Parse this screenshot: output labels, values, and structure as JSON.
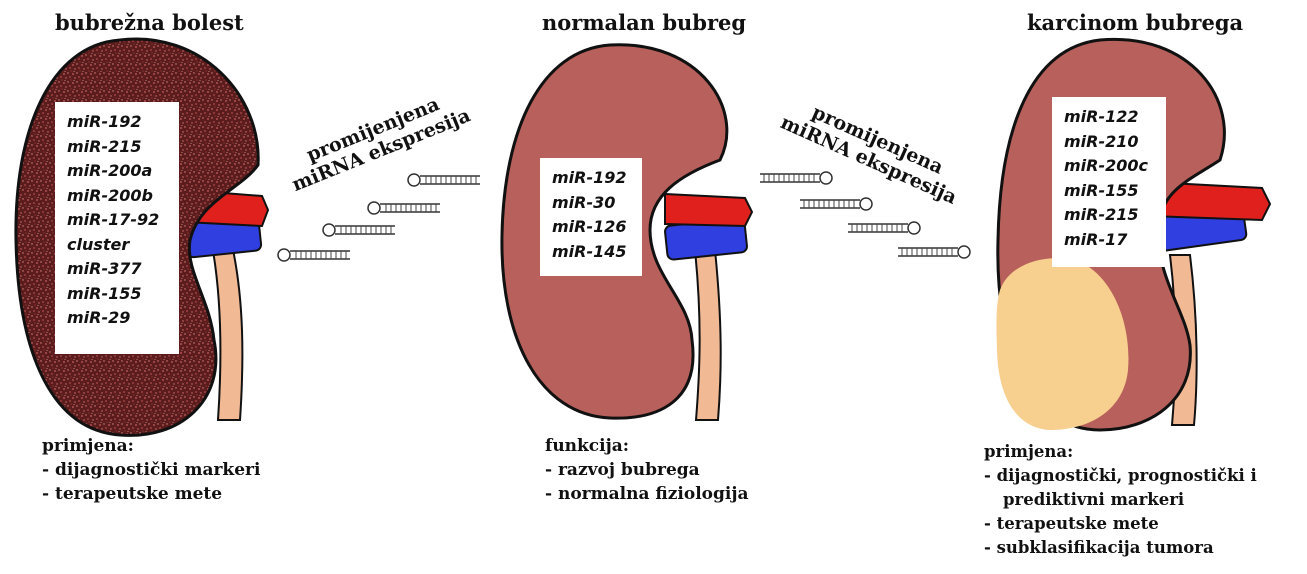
{
  "diseased_kidney": {
    "title": "bubrežna bolest",
    "mirnas": [
      "miR-192",
      "miR-215",
      "miR-200a",
      "miR-200b",
      "miR-17-92",
      "cluster",
      "miR-377",
      "miR-155",
      "miR-29"
    ],
    "notes": [
      "primjena:",
      "- dijagnostički markeri",
      "- terapeutske mete"
    ]
  },
  "normal_kidney": {
    "title": "normalan bubreg",
    "mirnas": [
      "miR-192",
      "miR-30",
      "miR-126",
      "miR-145"
    ],
    "notes": [
      "funkcija:",
      "- razvoj bubrega",
      "- normalna fiziologija"
    ]
  },
  "cancer_kidney": {
    "title": "karcinom bubrega",
    "mirnas": [
      "miR-122",
      "miR-210",
      "miR-200c",
      "miR-155",
      "miR-215",
      "miR-17"
    ],
    "notes": [
      "primjena:",
      "- dijagnostički, prognostički i",
      "prediktivni markeri",
      "- terapeutske mete",
      "- subklasifikacija tumora"
    ]
  },
  "left_arrow_label": [
    "promijenjena",
    "miRNA ekspresija"
  ],
  "right_arrow_label": [
    "promijenjena",
    "miRNA ekspresija"
  ],
  "colors": {
    "kidney": "#b8615c",
    "kidney_diseased": "#6b2424",
    "artery": "#e0201c",
    "vein": "#2f3fe0",
    "ureter": "#f2b995",
    "tumor": "#f7cf8f"
  }
}
